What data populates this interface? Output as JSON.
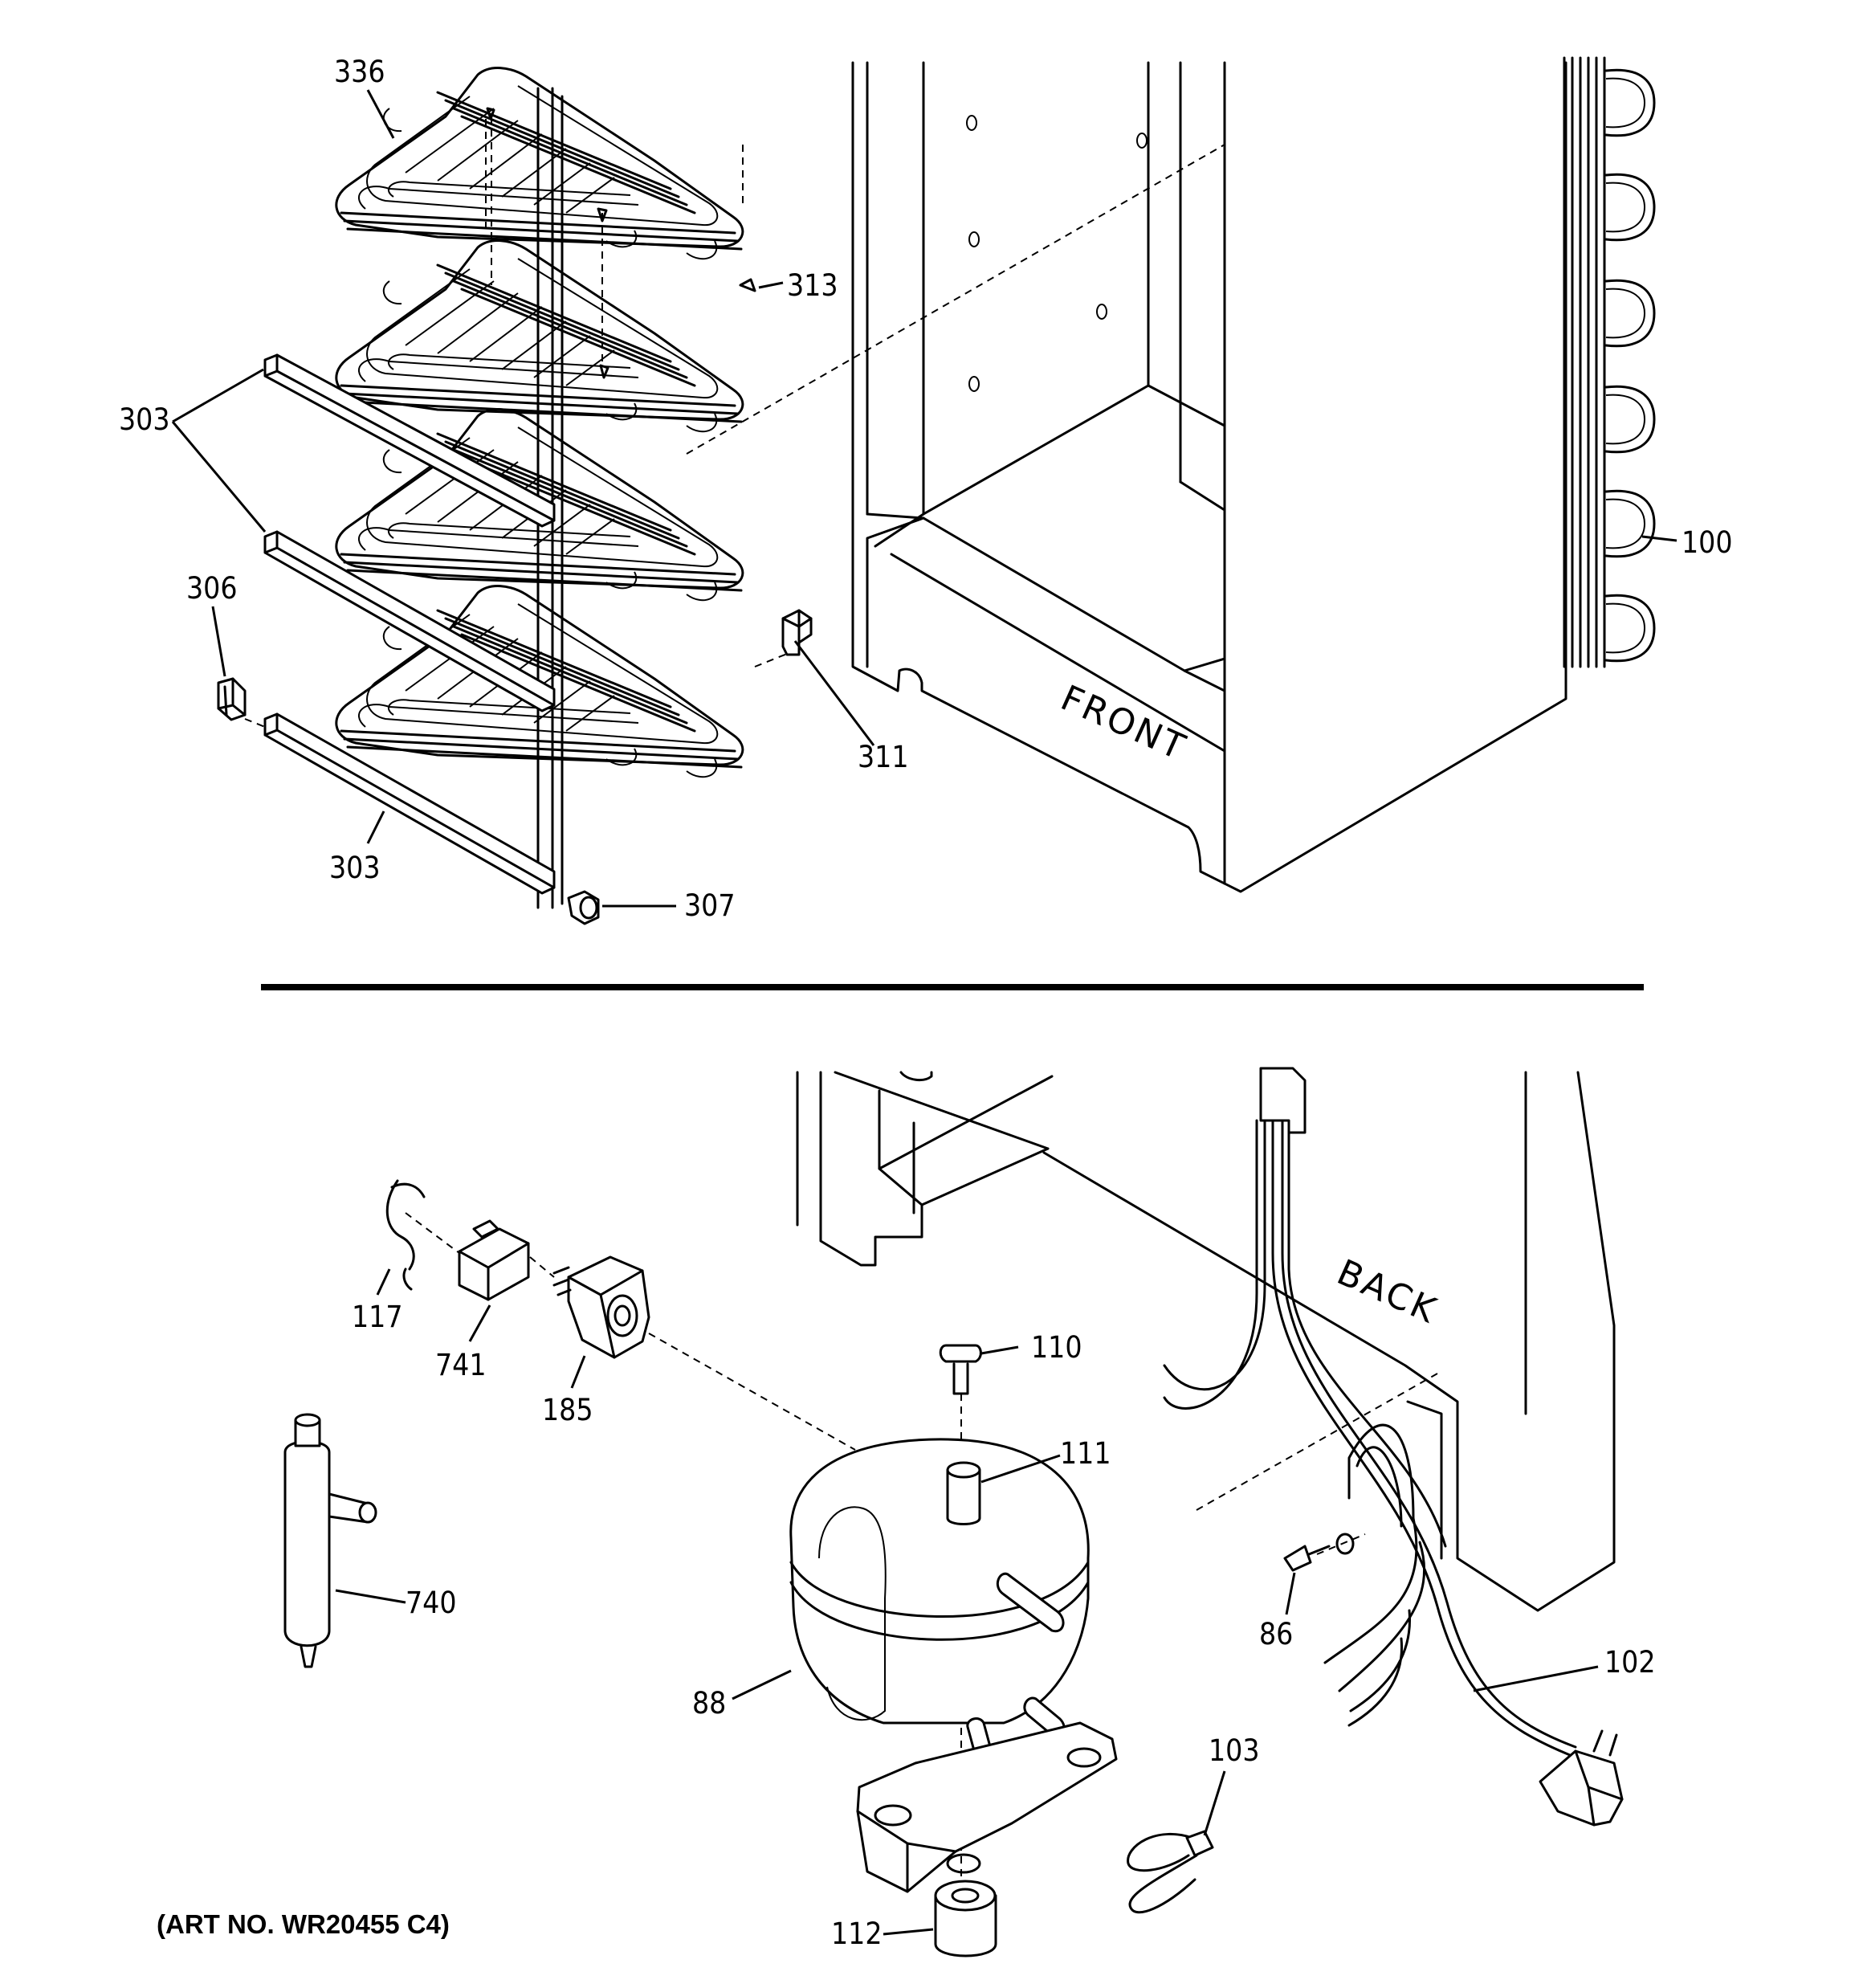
{
  "diagram": {
    "front_label": "FRONT",
    "back_label": "BACK",
    "art_number": "(ART NO. WR20455 C4)",
    "parts": {
      "p336": "336",
      "p313": "313",
      "p303_upper": "303",
      "p303_lower": "303",
      "p306": "306",
      "p311": "311",
      "p307": "307",
      "p100": "100",
      "p117": "117",
      "p741": "741",
      "p185": "185",
      "p110": "110",
      "p111": "111",
      "p740": "740",
      "p88": "88",
      "p86": "86",
      "p102": "102",
      "p103": "103",
      "p112": "112"
    }
  }
}
